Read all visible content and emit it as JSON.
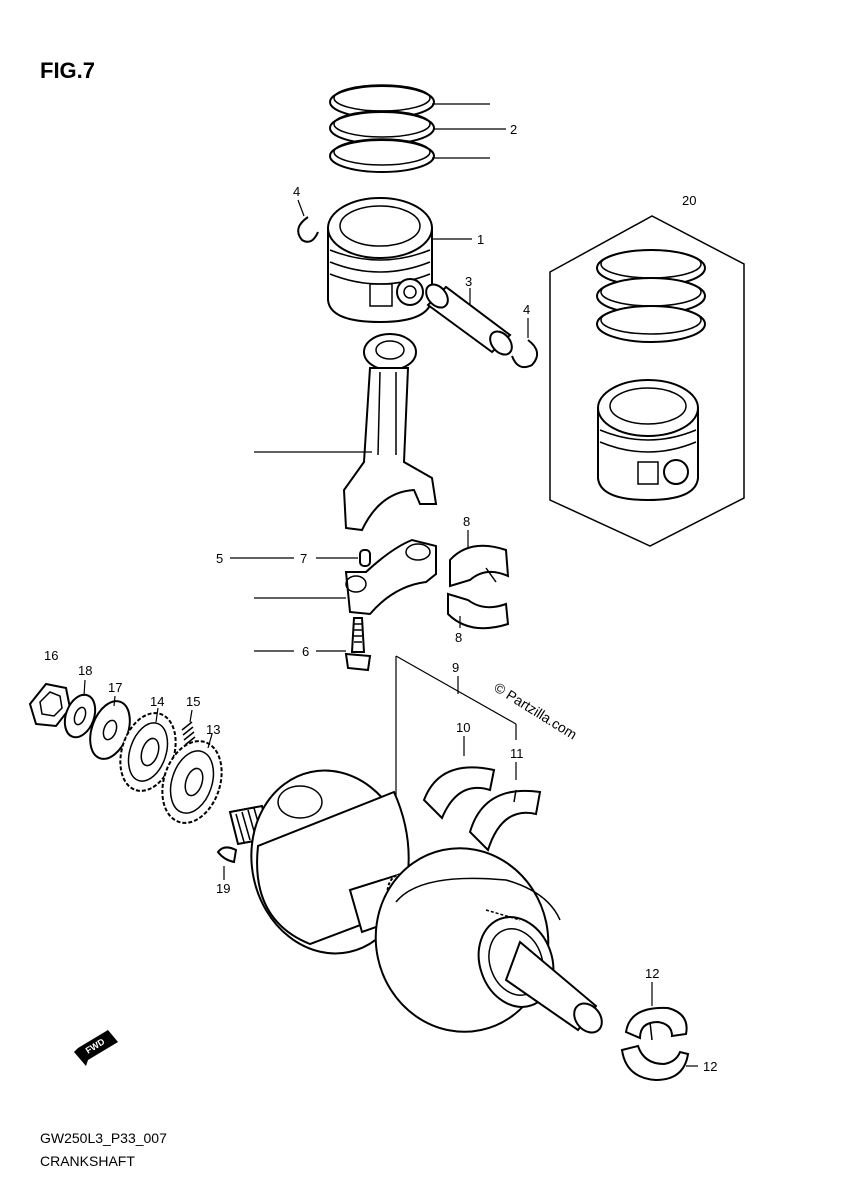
{
  "figure": {
    "title": "FIG.7",
    "code": "GW250L3_P33_007",
    "name": "CRANKSHAFT"
  },
  "watermark": "© Partzilla.com",
  "fwd_label": "FWD",
  "callouts": {
    "c1": "1",
    "c2": "2",
    "c3": "3",
    "c4a": "4",
    "c4b": "4",
    "c5": "5",
    "c6": "6",
    "c7": "7",
    "c8a": "8",
    "c8b": "8",
    "c9": "9",
    "c10": "10",
    "c11": "11",
    "c12a": "12",
    "c12b": "12",
    "c13": "13",
    "c14": "14",
    "c15": "15",
    "c16": "16",
    "c17": "17",
    "c18": "18",
    "c19": "19",
    "c20": "20"
  }
}
